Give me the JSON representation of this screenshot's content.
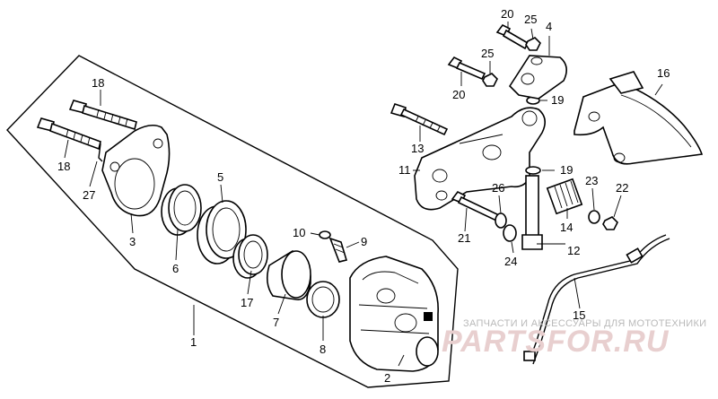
{
  "callouts": [
    {
      "n": "1",
      "label": "1"
    },
    {
      "n": "2",
      "label": "2"
    },
    {
      "n": "3",
      "label": "3"
    },
    {
      "n": "4",
      "label": "4"
    },
    {
      "n": "5",
      "label": "5"
    },
    {
      "n": "6",
      "label": "6"
    },
    {
      "n": "7",
      "label": "7"
    },
    {
      "n": "8",
      "label": "8"
    },
    {
      "n": "9",
      "label": "9"
    },
    {
      "n": "10",
      "label": "10"
    },
    {
      "n": "11",
      "label": "11"
    },
    {
      "n": "12",
      "label": "12"
    },
    {
      "n": "13",
      "label": "13"
    },
    {
      "n": "14",
      "label": "14"
    },
    {
      "n": "15",
      "label": "15"
    },
    {
      "n": "16",
      "label": "16"
    },
    {
      "n": "17",
      "label": "17"
    },
    {
      "n": "18a",
      "label": "18"
    },
    {
      "n": "18b",
      "label": "18"
    },
    {
      "n": "19a",
      "label": "19"
    },
    {
      "n": "19b",
      "label": "19"
    },
    {
      "n": "20a",
      "label": "20"
    },
    {
      "n": "20b",
      "label": "20"
    },
    {
      "n": "21",
      "label": "21"
    },
    {
      "n": "22",
      "label": "22"
    },
    {
      "n": "23",
      "label": "23"
    },
    {
      "n": "24",
      "label": "24"
    },
    {
      "n": "25a",
      "label": "25"
    },
    {
      "n": "25b",
      "label": "25"
    },
    {
      "n": "26",
      "label": "26"
    },
    {
      "n": "27",
      "label": "27"
    }
  ],
  "watermark": {
    "tagline": "ЗАПЧАСТИ И АКСЕССУАРЫ ДЛЯ МОТОТЕХНИКИ",
    "brand": "PARTSFOR.RU"
  }
}
